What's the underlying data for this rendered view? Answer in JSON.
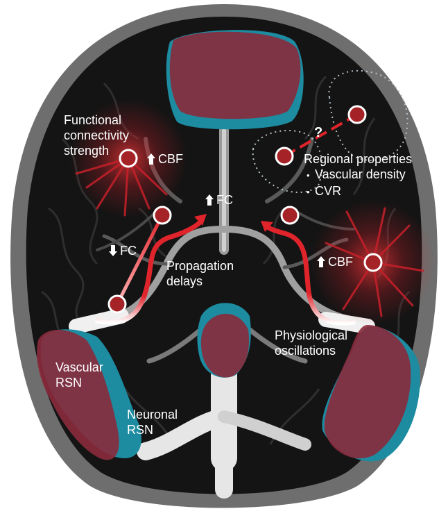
{
  "labels": {
    "functional_connectivity": [
      "Functional",
      "connectivity",
      "strength"
    ],
    "cbf_top": "CBF",
    "question": "?",
    "regional_properties": "Regional properties",
    "vascular_density": "Vascular density",
    "cvr": "CVR",
    "fc_top": "FC",
    "fc_left": "FC",
    "propagation_delays": [
      "Propagation",
      "delays"
    ],
    "cbf_right": "CBF",
    "physiological_oscillations": [
      "Physiological",
      "oscillations"
    ],
    "vascular_rsn": [
      "Vascular",
      "RSN"
    ],
    "neuronal_rsn": [
      "Neuronal",
      "RSN"
    ]
  },
  "colors": {
    "skull": "#6e6e6e",
    "brain": "#151515",
    "vessel": "#d9d9d9",
    "vascular_rsn": "#8b2a3c",
    "neuronal_rsn": "#1d8ba0",
    "node": "#a52326",
    "pathway": "#e0242b"
  }
}
